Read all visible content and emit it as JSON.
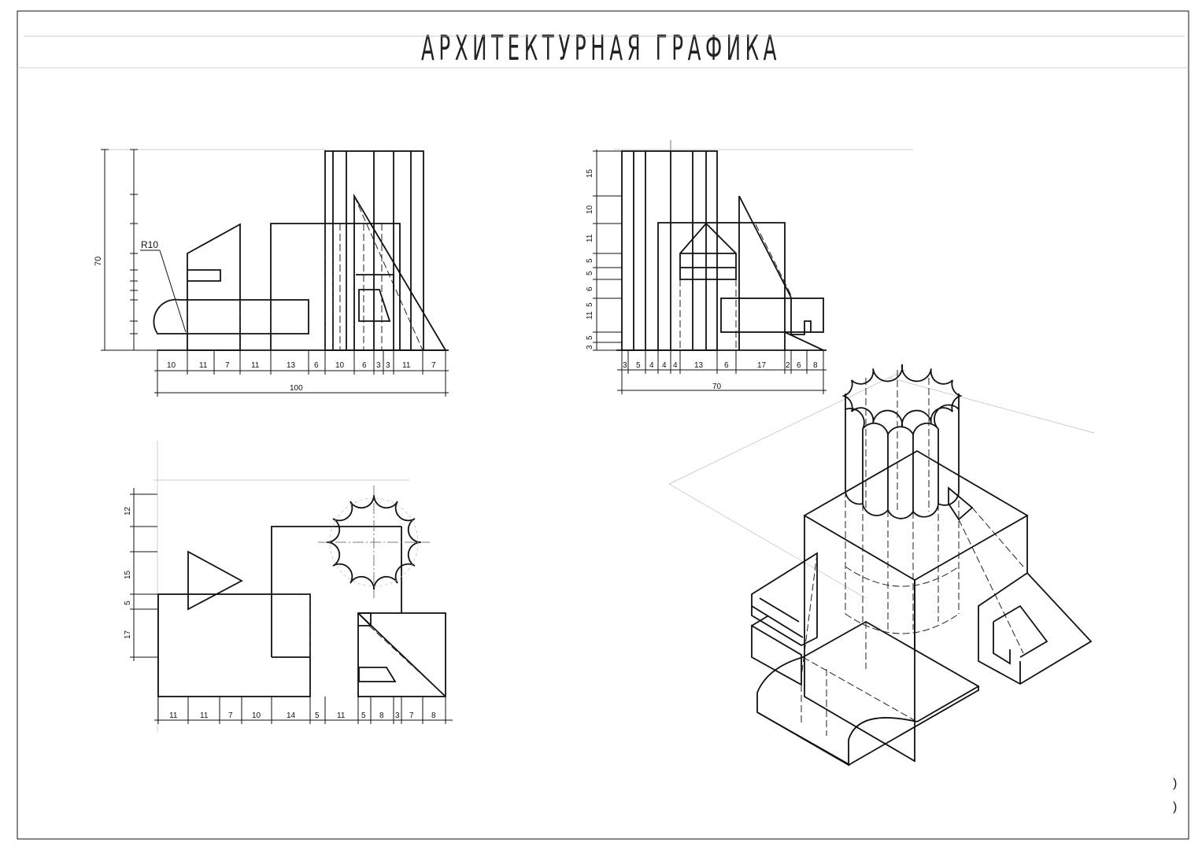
{
  "title": "АРХИТЕКТУРНАЯ ГРАФИКА",
  "front_view": {
    "dims_bottom": [
      "10",
      "11",
      "7",
      "11",
      "13",
      "6",
      "10",
      "6",
      "3",
      "3",
      "11",
      "7"
    ],
    "overall_width": "100",
    "height_label": "70",
    "radius_label": "R10"
  },
  "side_view": {
    "dims_left": [
      "15",
      "10",
      "11",
      "5",
      "5",
      "6",
      "5",
      "11",
      "5",
      "3"
    ],
    "dims_bottom": [
      "3",
      "5",
      "4",
      "4",
      "4",
      "13",
      "6",
      "17",
      "2",
      "6",
      "8"
    ],
    "overall_width": "70"
  },
  "plan_view": {
    "dims_left": [
      "12",
      "15",
      "5",
      "17"
    ],
    "dims_bottom": [
      "11",
      "11",
      "7",
      "10",
      "14",
      "5",
      "11",
      "5",
      "8",
      "3",
      "7",
      "8"
    ]
  }
}
